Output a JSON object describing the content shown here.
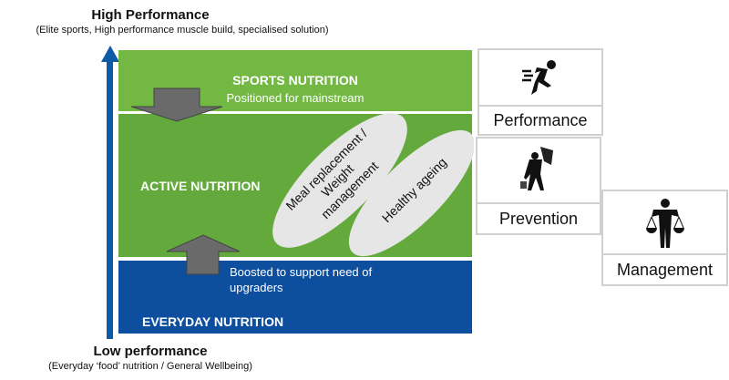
{
  "axis": {
    "top_label": "High Performance",
    "top_sublabel": "(Elite sports, High performance muscle build, specialised solution)",
    "bottom_label": "Low performance",
    "bottom_sublabel": "(Everyday ‘food’ nutrition / General Wellbeing)"
  },
  "tiers": {
    "sports": {
      "title": "SPORTS NUTRITION",
      "note": "Positioned for mainstream"
    },
    "active": {
      "title": "ACTIVE NUTRITION"
    },
    "everyday": {
      "title": "EVERYDAY NUTRITION",
      "note_line1": "Boosted to support need of",
      "note_line2": "upgraders"
    }
  },
  "ellipses": {
    "meal": {
      "line1": "Meal replacement /",
      "line2": "Weight",
      "line3": "management"
    },
    "ageing": {
      "line1": "Healthy ageing"
    }
  },
  "cards": [
    {
      "label": "Performance",
      "icon": "runner-icon"
    },
    {
      "label": "Prevention",
      "icon": "shield-person-icon"
    },
    {
      "label": "Management",
      "icon": "scales-person-icon"
    }
  ],
  "colors": {
    "blue": "#0d4f9e",
    "green_light": "#72b843",
    "green_dark": "#64a93c",
    "gray": "#666666",
    "ellipse": "#e6e6e6"
  }
}
